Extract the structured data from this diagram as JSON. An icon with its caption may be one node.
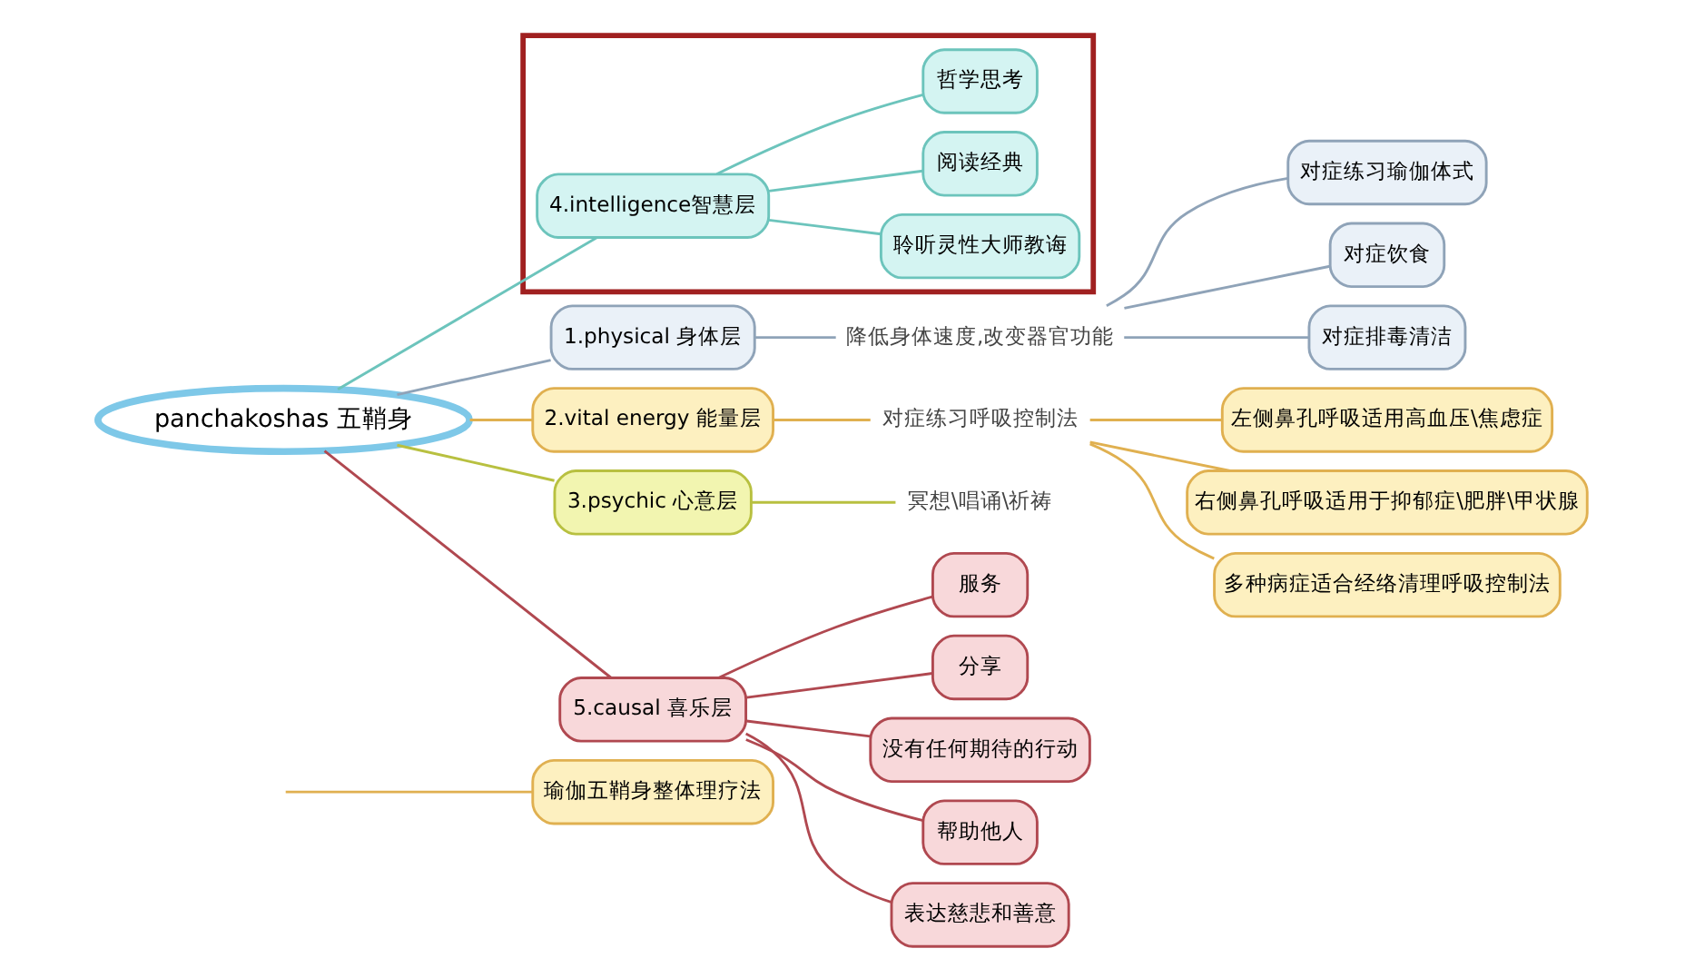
{
  "diagram": {
    "nodes": [
      {
        "text": [
          "瑜伽五鞘身整体理疗法"
        ]
      },
      {
        "text": [
          "panchakoshas 五鞘身"
        ]
      },
      {
        "text": [
          "1.physical 身体层"
        ]
      },
      {
        "text": [
          "降低身体速度,改变器官功能"
        ]
      },
      {
        "text": [
          "对症练习瑜伽体式"
        ]
      },
      {
        "text": [
          "对症饮食"
        ]
      },
      {
        "text": [
          "对症排毒清洁"
        ]
      },
      {
        "text": [
          "2.vital energy 能量层"
        ]
      },
      {
        "text": [
          "对症练习呼吸控制法"
        ]
      },
      {
        "text": [
          "左侧鼻孔呼吸适用高血压\\焦虑症"
        ]
      },
      {
        "text": [
          "右侧鼻孔呼吸适用于抑郁症\\肥胖\\甲状腺"
        ]
      },
      {
        "text": [
          "多种病症适合经络清理呼吸控制法"
        ]
      },
      {
        "text": [
          "3.psychic 心意层"
        ]
      },
      {
        "text": [
          "冥想\\唱诵\\祈祷"
        ]
      },
      {
        "text": [],
        "shape": "box"
      },
      {
        "text": [
          "4.intelligence智慧层"
        ],
        "in": 14
      },
      {
        "text": [
          "聆听灵性大师教诲"
        ],
        "in": 14
      },
      {
        "text": [
          "阅读经典"
        ],
        "in": 14
      },
      {
        "text": [
          "哲学思考"
        ],
        "in": 14
      },
      {
        "text": [
          "5.causal 喜乐层"
        ]
      },
      {
        "text": [
          "服务"
        ]
      },
      {
        "text": [
          "分享"
        ]
      },
      {
        "text": [
          "没有任何期待的行动"
        ]
      },
      {
        "text": [
          "帮助他人"
        ]
      },
      {
        "text": [
          "表达慈悲和善意"
        ]
      }
    ],
    "edges": [
      {
        "from": null,
        "to": 0,
        "arrow": "none",
        "color": "#e0b050"
      },
      {
        "from": 1,
        "to": 2,
        "arrow": "none",
        "color": "#8fa3b8"
      },
      {
        "from": 2,
        "to": 3,
        "arrow": "none",
        "color": "#8fa3b8"
      },
      {
        "from": 3,
        "to": 4,
        "arrow": "none",
        "color": "#8fa3b8"
      },
      {
        "from": 3,
        "to": 5,
        "arrow": "none",
        "color": "#8fa3b8"
      },
      {
        "from": 3,
        "to": 6,
        "arrow": "none",
        "color": "#8fa3b8"
      },
      {
        "from": 1,
        "to": 7,
        "arrow": "none",
        "color": "#e0b050"
      },
      {
        "from": 7,
        "to": 8,
        "arrow": "none",
        "color": "#e0b050"
      },
      {
        "from": 8,
        "to": 9,
        "arrow": "none",
        "color": "#e0b050"
      },
      {
        "from": 8,
        "to": 10,
        "arrow": "none",
        "color": "#e0b050"
      },
      {
        "from": 8,
        "to": 11,
        "arrow": "none",
        "color": "#e0b050"
      },
      {
        "from": 1,
        "to": 12,
        "arrow": "none",
        "color": "#b8c040"
      },
      {
        "from": 12,
        "to": 13,
        "arrow": "none",
        "color": "#b8c040"
      },
      {
        "from": 1,
        "to": 15,
        "arrow": "none",
        "color": "#6cc4bc"
      },
      {
        "from": 15,
        "to": 16,
        "arrow": "none",
        "color": "#6cc4bc"
      },
      {
        "from": 15,
        "to": 17,
        "arrow": "none",
        "color": "#6cc4bc"
      },
      {
        "from": 15,
        "to": 18,
        "arrow": "none",
        "color": "#6cc4bc"
      },
      {
        "from": 1,
        "to": 19,
        "arrow": "none",
        "color": "#b04850"
      },
      {
        "from": 19,
        "to": 20,
        "arrow": "none",
        "color": "#b04850"
      },
      {
        "from": 19,
        "to": 21,
        "arrow": "none",
        "color": "#b04850"
      },
      {
        "from": 19,
        "to": 22,
        "arrow": "none",
        "color": "#b04850"
      },
      {
        "from": 19,
        "to": 23,
        "arrow": "none",
        "color": "#b04850"
      },
      {
        "from": 19,
        "to": 24,
        "arrow": "none",
        "color": "#b04850"
      }
    ]
  }
}
